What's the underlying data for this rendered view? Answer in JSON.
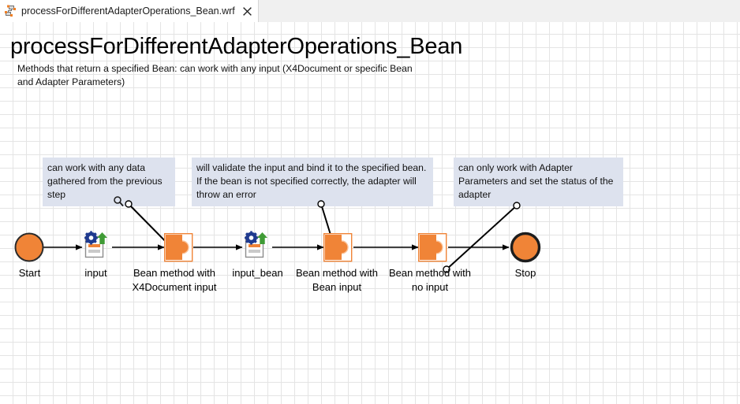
{
  "tab": {
    "label": "processForDifferentAdapterOperations_Bean.wrf",
    "icon": "workflow-diagram-icon",
    "close_icon": "close-icon"
  },
  "canvas": {
    "title": "processForDifferentAdapterOperations_Bean",
    "subtitle": "Methods that return a specified Bean: can work with any input (X4Document or specific Bean and Adapter Parameters)",
    "grid_color": "#e4e4e4",
    "background": "#ffffff"
  },
  "notes": [
    {
      "text": "can work with any data gathered from the previous step"
    },
    {
      "text": "will validate the input and bind it to the specified bean. If the bean is not specified correctly, the adapter will throw an error"
    },
    {
      "text": "can only work with Adapter Parameters and set the status of the adapter"
    }
  ],
  "nodes": [
    {
      "id": "start",
      "label": "Start",
      "type": "start-circle"
    },
    {
      "id": "input",
      "label": "input",
      "type": "document-gear-icon"
    },
    {
      "id": "bean_x4",
      "label": "Bean method with X4Document input",
      "type": "puzzle-piece-icon"
    },
    {
      "id": "input_bean",
      "label": "input_bean",
      "type": "document-gear-icon"
    },
    {
      "id": "bean_bean",
      "label": "Bean method with Bean input",
      "type": "puzzle-piece-icon"
    },
    {
      "id": "bean_none",
      "label": "Bean method with no input",
      "type": "puzzle-piece-icon"
    },
    {
      "id": "stop",
      "label": "Stop",
      "type": "stop-circle"
    }
  ],
  "colors": {
    "accent_orange": "#f08437",
    "note_fill": "#dde2ee",
    "icon_blue": "#1f3a8f",
    "icon_green": "#3f9b35",
    "connector": "#000000",
    "tab_bar": "#f0f0f0"
  }
}
